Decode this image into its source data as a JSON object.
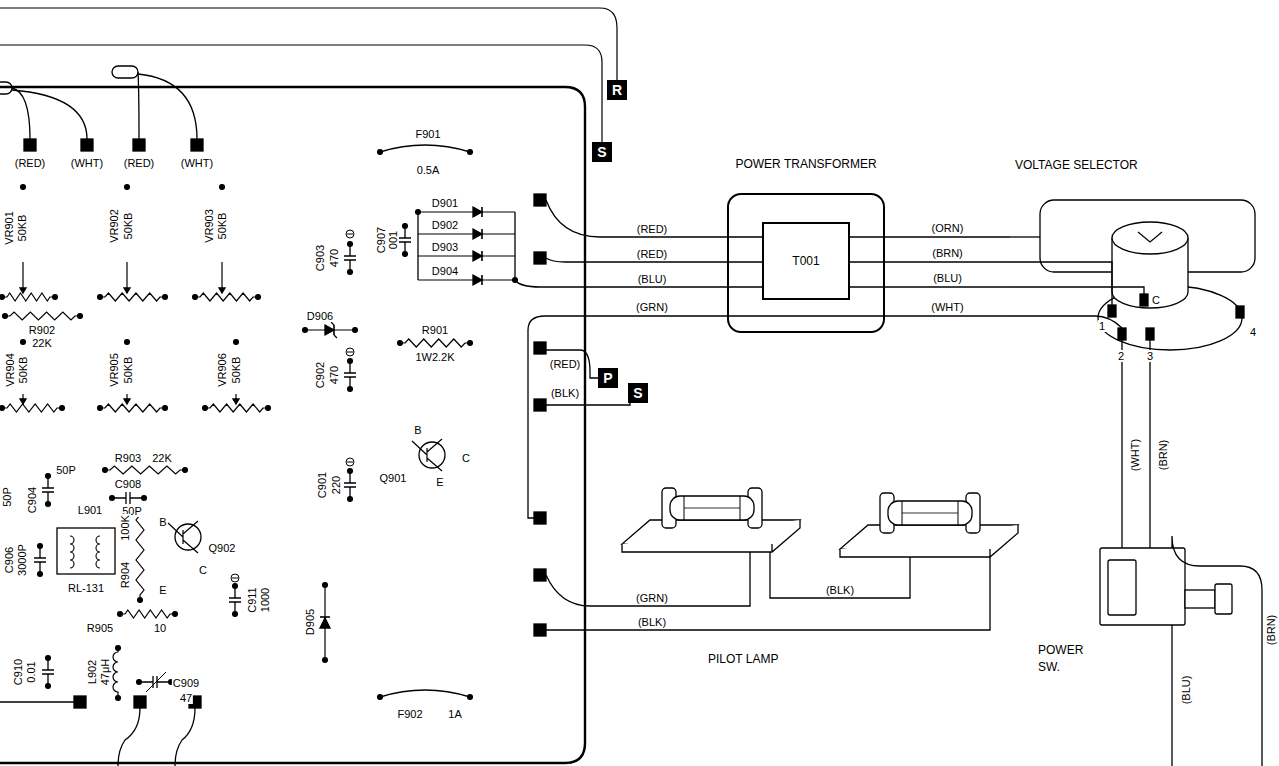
{
  "diagram": {
    "nodes": [
      {
        "text": [
          "R"
        ]
      },
      {
        "text": [
          "S"
        ]
      },
      {
        "text": [
          "POWER TRANSFORMER"
        ]
      },
      {
        "text": [
          "T001"
        ],
        "in": 2
      },
      {
        "text": [
          "VOLTAGE SELECTOR"
        ]
      },
      {
        "text": [
          "P"
        ]
      },
      {
        "text": [
          "S"
        ]
      },
      {
        "text": [
          "PILOT LAMP"
        ]
      },
      {
        "text": [
          "POWER SW."
        ]
      }
    ],
    "edges": [
      {
        "from": 2,
        "to": 4,
        "arrow": "none",
        "label": "(ORN)"
      },
      {
        "from": 2,
        "to": 4,
        "arrow": "none",
        "label": "(BRN)"
      },
      {
        "from": 2,
        "to": 4,
        "arrow": "none",
        "label": "(BLU)"
      },
      {
        "from": 2,
        "to": 4,
        "arrow": "none",
        "label": "(WHT)"
      },
      {
        "from": 4,
        "to": 8,
        "arrow": "none",
        "label": "(WHT)"
      },
      {
        "from": 4,
        "to": 8,
        "arrow": "none",
        "label": "(BRN)"
      }
    ],
    "labels": [
      "(RED)",
      "(WHT)",
      "(RED)",
      "(WHT)",
      "VR901",
      "50KB",
      "VR902",
      "50KB",
      "VR903",
      "50KB",
      "R902",
      "22K",
      "VR904",
      "50KB",
      "VR905",
      "50KB",
      "VR906",
      "50KB",
      "R903",
      "22K",
      "50P",
      "C904",
      "50P",
      "C908",
      "50P",
      "L901",
      "RL-131",
      "B",
      "Q902",
      "E",
      "C",
      "R904",
      "100K",
      "C906",
      "3000P",
      "R905",
      "10",
      "C910",
      "0.01",
      "L902",
      "47μH",
      "C909",
      "47",
      "C911",
      "1000",
      "F901",
      "0.5A",
      "D901",
      "D902",
      "D903",
      "D904",
      "C903",
      "470",
      "C907",
      "001",
      "D906",
      "R901",
      "1W2.2K",
      "C902",
      "470",
      "B",
      "C",
      "E",
      "Q901",
      "C901",
      "220",
      "D905",
      "F902",
      "1A",
      "(RED)",
      "(BLK)",
      "(RED)",
      "(RED)",
      "(BLU)",
      "(GRN)",
      "(GRN)",
      "(BLK)",
      "(BLK)",
      "1",
      "C",
      "4",
      "2",
      "3",
      "(BLU)",
      "(BRN)"
    ]
  }
}
